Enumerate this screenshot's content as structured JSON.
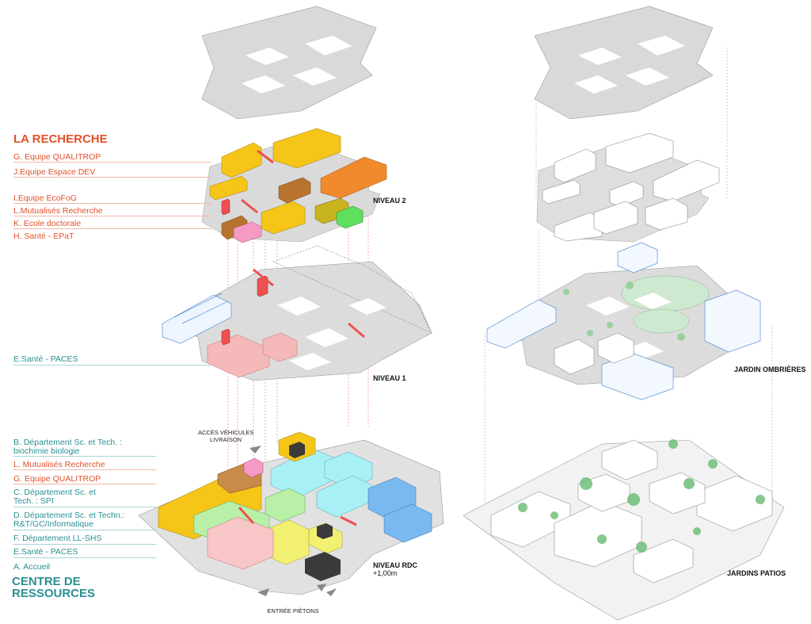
{
  "headings": {
    "research": "LA RECHERCHE",
    "resources_line1": "CENTRE DE",
    "resources_line2": "RESSOURCES"
  },
  "legend_research": [
    "G. Equipe QUALITROP",
    "J.Equipe Espace DEV",
    "I.Equipe EcoFoG",
    "L.Mutualisés Recherche",
    "K. Ecole doctorale",
    "H. Santé - EPaT"
  ],
  "legend_level1": [
    "E.Santé - PACES"
  ],
  "legend_ground": [
    "B. Département Sc. et Tech. :",
    "biochimie biologie",
    "L. Mutualisés Recherche",
    "G. Equipe QUALITROP",
    "C. Département Sc. et",
    "Tech. : SPI",
    "D. Département Sc. et Techn.:",
    "R&T/GC/Informatique",
    "F. Département LL-SHS",
    "E.Santé - PACES",
    "A. Accueil"
  ],
  "levels": {
    "n2": "NIVEAU 2",
    "n1": "NIVEAU 1",
    "rdc": "NIVEAU RDC",
    "rdc_height": "+1,00m"
  },
  "annotations": {
    "access_line1": "ACCÈS VÉHICULES",
    "access_line2": "LIVRAISON",
    "pedestrians": "ENTRÉE PIÉTONS"
  },
  "gardens": {
    "shade": "JARDIN OMBRIÈRES",
    "patios": "JARDINS PATIOS"
  },
  "colors": {
    "research_text": "#e2502a",
    "resources_text": "#2b8f93",
    "slab": "#dcdcdc",
    "yellow": "#f5c518",
    "orange": "#f08a2c",
    "brown": "#b8742e",
    "pink": "#f59ac4",
    "red": "#ef5050",
    "olive": "#c8b41e",
    "green": "#5ee05e",
    "salmon": "#f6b9b9",
    "cyan": "#a8f0f6",
    "blue": "#7ab8f0",
    "lightgreen": "#b8f0a8",
    "lemon": "#f2f070",
    "dark": "#3a3a3a"
  }
}
